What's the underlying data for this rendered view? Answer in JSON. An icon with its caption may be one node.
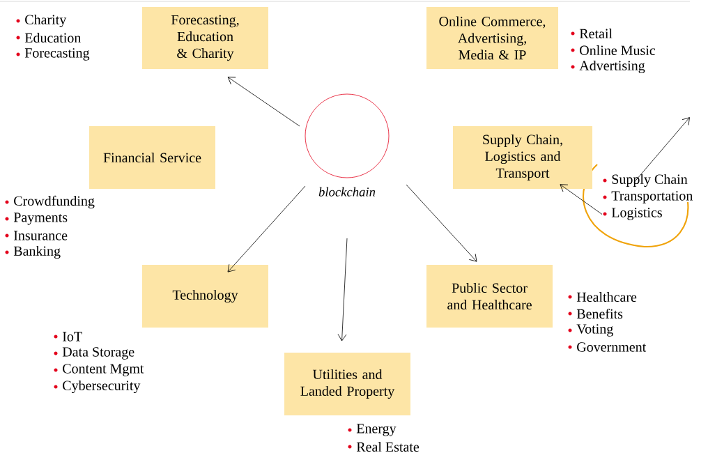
{
  "diagram": {
    "nodes": [
      {
        "text": [
          "blockchain"
        ]
      },
      {
        "text": [
          "Forecasting, Education & Charity"
        ],
        "beside": [
          "Charity",
          "Education",
          "Forecasting"
        ]
      },
      {
        "text": [
          "Online Commerce, Advertising, Media & IP"
        ],
        "beside": [
          "Retail",
          "Online Music",
          "Advertising"
        ]
      },
      {
        "text": [
          "Financial Service"
        ],
        "beside": [
          "Crowdfunding",
          "Payments",
          "Insurance",
          "Banking"
        ]
      },
      {
        "text": [
          "Supply Chain, Logistics and Transport"
        ]
      },
      {
        "text": [
          "Technology"
        ],
        "beside": [
          "IoT",
          "Data Storage",
          "Content Mgmt",
          "Cybersecurity"
        ]
      },
      {
        "text": [
          "Utilities and Landed Property"
        ],
        "beside": [
          "Energy",
          "Real Estate"
        ]
      },
      {
        "text": [
          "Public Sector and Healthcare"
        ],
        "beside": [
          "Healthcare",
          "Benefits",
          "Voting",
          "Government"
        ]
      },
      {
        "text": [
          "Supply Chain",
          "Transportation",
          "Logistics"
        ]
      }
    ],
    "edges": [
      {
        "from": 0,
        "to": 1,
        "arrow": "to"
      },
      {
        "from": 0,
        "to": 5,
        "arrow": "to"
      },
      {
        "from": 0,
        "to": 6,
        "arrow": "to"
      },
      {
        "from": 0,
        "to": 7,
        "arrow": "to"
      },
      {
        "from": 8,
        "to": 4,
        "arrow": "to"
      },
      {
        "from": 8,
        "to": null,
        "arrow": "to"
      }
    ]
  }
}
